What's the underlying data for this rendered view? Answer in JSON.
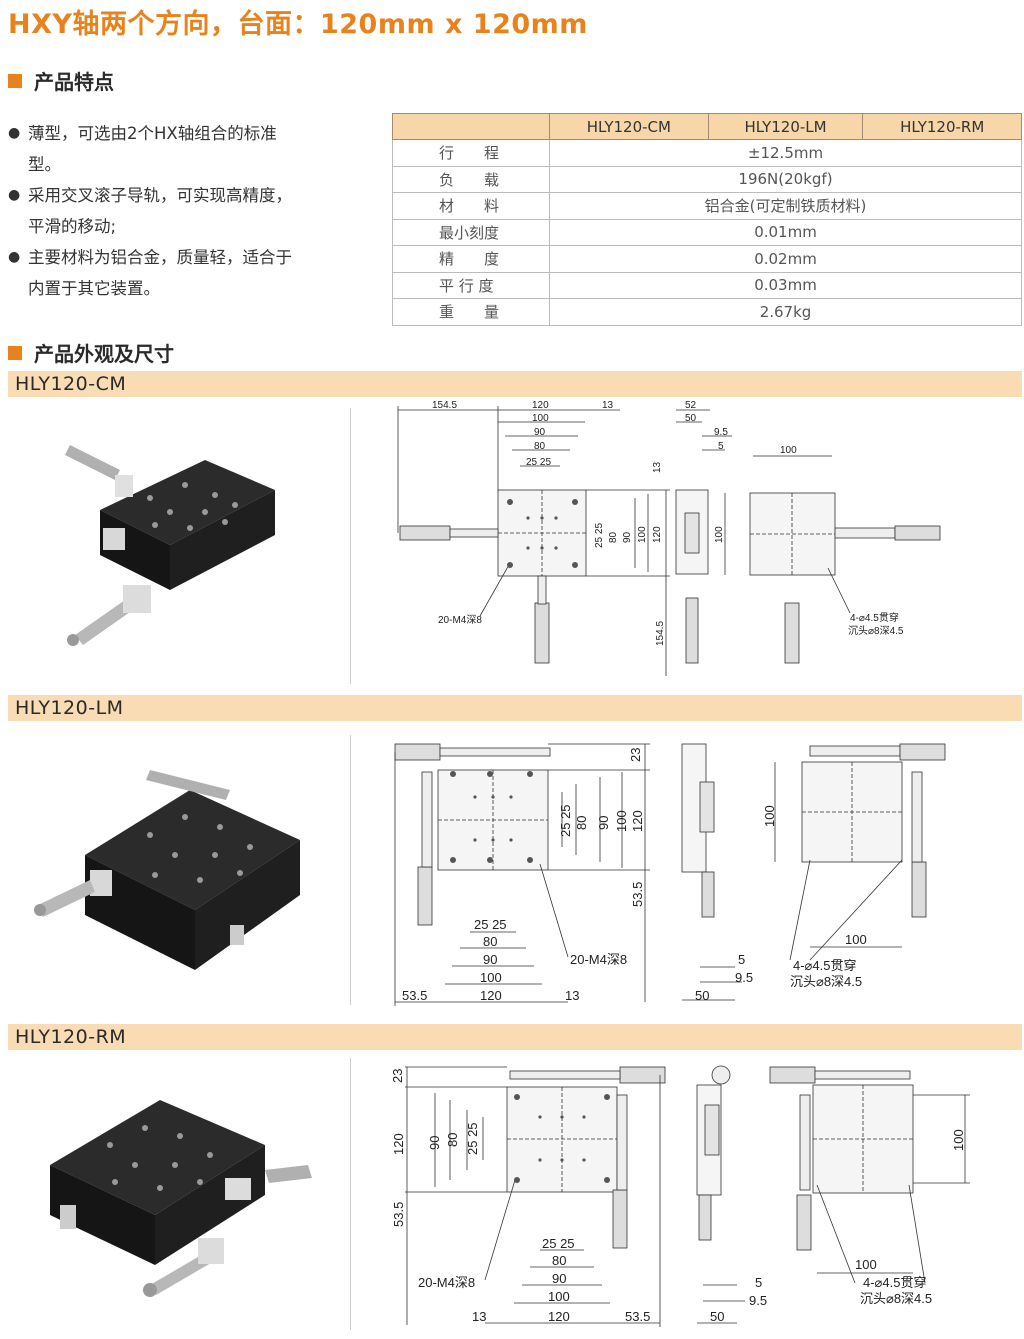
{
  "title": "HXY轴两个方向，台面：120mm x 120mm",
  "features_heading": "产品特点",
  "features": [
    "薄型，可选由2个HX轴组合的标准型。",
    "采用交叉滚子导轨，可实现高精度，平滑的移动;",
    "主要材料为铝合金，质量轻，适合于内置于其它装置。"
  ],
  "spec_table": {
    "models": [
      "HLY120-CM",
      "HLY120-LM",
      "HLY120-RM"
    ],
    "rows": [
      {
        "label": "行　　程",
        "value": "±12.5mm"
      },
      {
        "label": "负　　载",
        "value": "196N(20kgf)"
      },
      {
        "label": "材　　料",
        "value": "铝合金(可定制铁质材料)"
      },
      {
        "label": "最小刻度",
        "value": "0.01mm"
      },
      {
        "label": "精　　度",
        "value": "0.02mm"
      },
      {
        "label": "平 行 度",
        "value": "0.03mm"
      },
      {
        "label": "重　　量",
        "value": "2.67kg"
      }
    ]
  },
  "dimensions_heading": "产品外观及尺寸",
  "products": [
    {
      "model": "HLY120-CM"
    },
    {
      "model": "HLY120-LM"
    },
    {
      "model": "HLY120-RM"
    }
  ],
  "drawing_cm": {
    "d154_5": "154.5",
    "d120": "120",
    "d13": "13",
    "d100": "100",
    "d90": "90",
    "d80": "80",
    "d25_25": "25 25",
    "d52": "52",
    "d50": "50",
    "d9_5": "9.5",
    "d5": "5",
    "d100_top": "100",
    "v13": "13",
    "v25_25": "25 25",
    "v80": "80",
    "v90": "90",
    "v100": "100",
    "v120": "120",
    "v154_5": "154.5",
    "v100_side": "100",
    "note_tap": "20-M4深8",
    "note_hole_1": "4-⌀4.5贯穿",
    "note_hole_2": "沉头⌀8深4.5"
  },
  "drawing_lm": {
    "v23": "23",
    "v25_25": "25 25",
    "v80": "80",
    "v90": "90",
    "v100": "100",
    "v120": "120",
    "v53_5": "53.5",
    "h25_25": "25 25",
    "h80": "80",
    "h90": "90",
    "h100": "100",
    "h120": "120",
    "h53_5": "53.5",
    "h13": "13",
    "d5": "5",
    "d9_5": "9.5",
    "d50": "50",
    "v100_side": "100",
    "d100_bottom": "100",
    "note_tap": "20-M4深8",
    "note_hole_1": "4-⌀4.5贯穿",
    "note_hole_2": "沉头⌀8深4.5"
  },
  "drawing_rm": {
    "v23": "23",
    "v120": "120",
    "v90": "90",
    "v80": "80",
    "v25_25": "25 25",
    "v53_5": "53.5",
    "h25_25": "25 25",
    "h80": "80",
    "h90": "90",
    "h100": "100",
    "h120": "120",
    "h13": "13",
    "h53_5": "53.5",
    "d5": "5",
    "d9_5": "9.5",
    "d50": "50",
    "v100_side": "100",
    "d100_bottom": "100",
    "note_tap": "20-M4深8",
    "note_hole_1": "4-⌀4.5贯穿",
    "note_hole_2": "沉头⌀8深4.5"
  },
  "colors": {
    "accent": "#e8821d",
    "bar": "#f9dcb3",
    "table_head": "#f7d6a9"
  }
}
